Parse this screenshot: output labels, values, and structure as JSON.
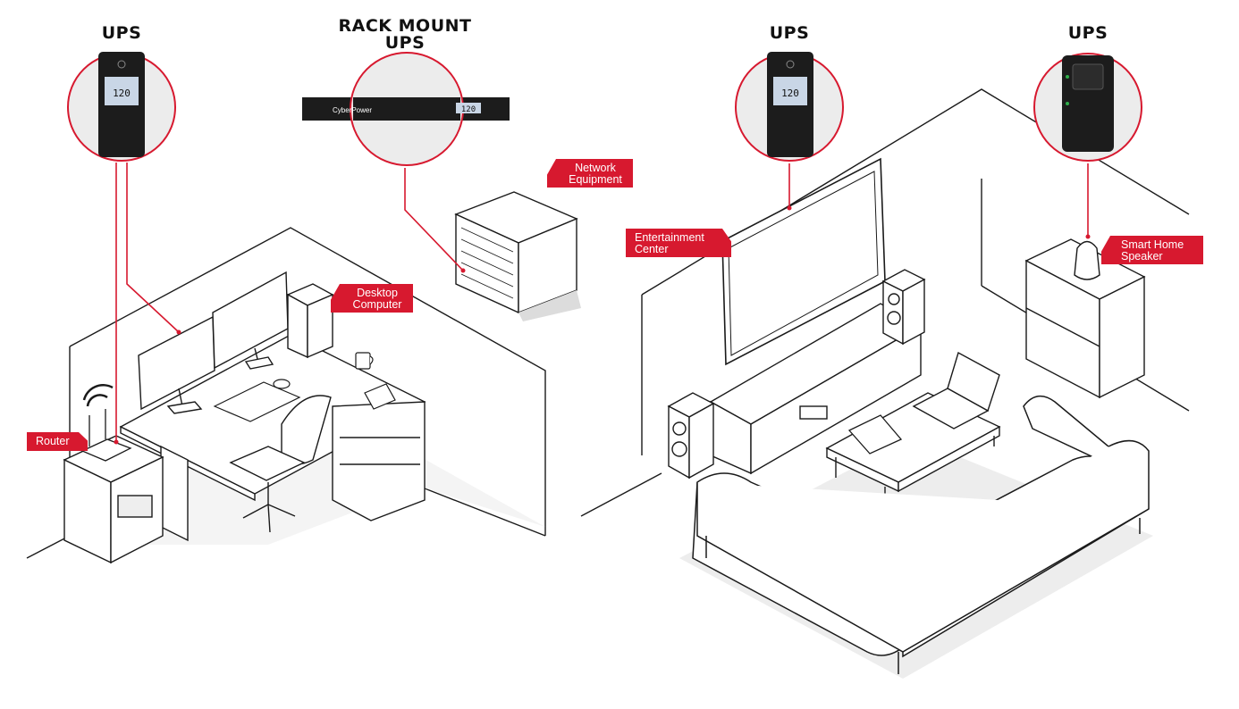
{
  "headings": {
    "ups_office": "UPS",
    "rack_mount_line1": "RACK MOUNT",
    "rack_mount_line2": "UPS",
    "ups_living": "UPS",
    "ups_speaker": "UPS"
  },
  "tags": {
    "network_line1": "Network",
    "network_line2": "Equipment",
    "desktop_line1": "Desktop",
    "desktop_line2": "Computer",
    "router": "Router",
    "entertainment_line1": "Entertainment",
    "entertainment_line2": "Center",
    "speaker_line1": "Smart Home",
    "speaker_line2": "Speaker"
  },
  "devices": {
    "ups_display_value": "120",
    "rack_display_value": "120",
    "brand": "CyberPower"
  },
  "colors": {
    "accent": "#d7192f",
    "line": "#1a1a1a",
    "floor_shadow": "#e6e6e6",
    "device_body": "#1c1c1c"
  }
}
